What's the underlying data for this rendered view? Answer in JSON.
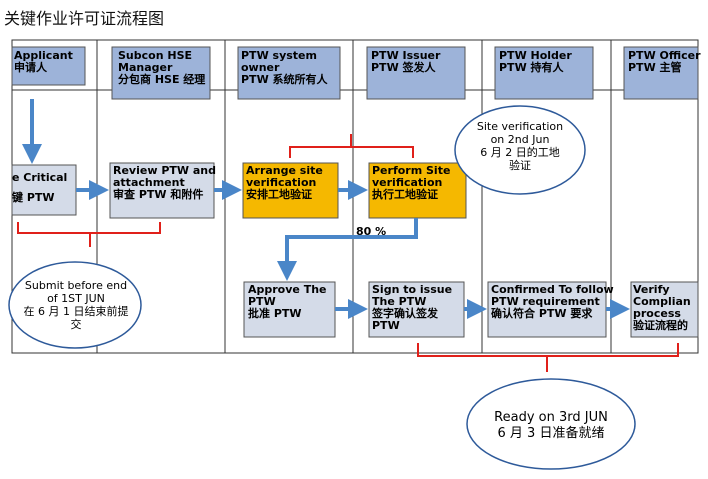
{
  "title": "关键作业许可证流程图",
  "lanes": [
    {
      "line1": "Applicant",
      "line2": "申请人"
    },
    {
      "line1": "Subcon HSE",
      "line2": "Manager",
      "line3": "分包商 HSE 经理"
    },
    {
      "line1": "PTW system",
      "line2": "owner",
      "line3": "PTW 系统所有人"
    },
    {
      "line1": "PTW Issuer",
      "line2": "PTW 签发人"
    },
    {
      "line1": "PTW Holder",
      "line2": "PTW 持有人"
    },
    {
      "line1": "PTW Officer",
      "line2": "PTW 主管"
    }
  ],
  "steps": {
    "critical": {
      "line1": "e Critical",
      "line2": "键 PTW"
    },
    "review": {
      "line1": "Review PTW and",
      "line2": "attachment",
      "line3": "审查 PTW 和附件"
    },
    "arrange": {
      "line1": "Arrange site",
      "line2": "verification",
      "line3": "安排工地验证"
    },
    "perform": {
      "line1": "Perform Site",
      "line2": "verification",
      "line3": "执行工地验证"
    },
    "approve": {
      "line1": "Approve The",
      "line2": "PTW",
      "line3": "批准 PTW"
    },
    "sign": {
      "line1": "Sign to issue",
      "line2": "The PTW",
      "line3": "签字确认签发",
      "line4": "PTW"
    },
    "confirm": {
      "line1": "Confirmed To follow",
      "line2": "PTW requirement",
      "line3": "确认符合 PTW 要求"
    },
    "verify": {
      "line1": "Verify",
      "line2": "Complian",
      "line3": "process",
      "line4": "验证流程的"
    }
  },
  "notes": {
    "site_verification": {
      "line1": "Site verification",
      "line2": "on 2nd Jun",
      "line3": "6 月 2 日的工地",
      "line4": "验证"
    },
    "submit": {
      "line1": "Submit before end",
      "line2": "of 1ST JUN",
      "line3": "在 6 月 1 日结束前提",
      "line4": "交"
    },
    "ready": {
      "line1": "Ready on 3rd JUN",
      "line2": "6 月 3 日准备就绪"
    }
  },
  "percent_label": "80 %",
  "colors": {
    "box_fill": "#d4dbe8",
    "lane_header_fill": "#9db3d9",
    "highlight_fill": "#f5b800",
    "arrow": "#4a86c8",
    "bracket": "#e0201a",
    "oval_border": "#2e5a9a"
  }
}
